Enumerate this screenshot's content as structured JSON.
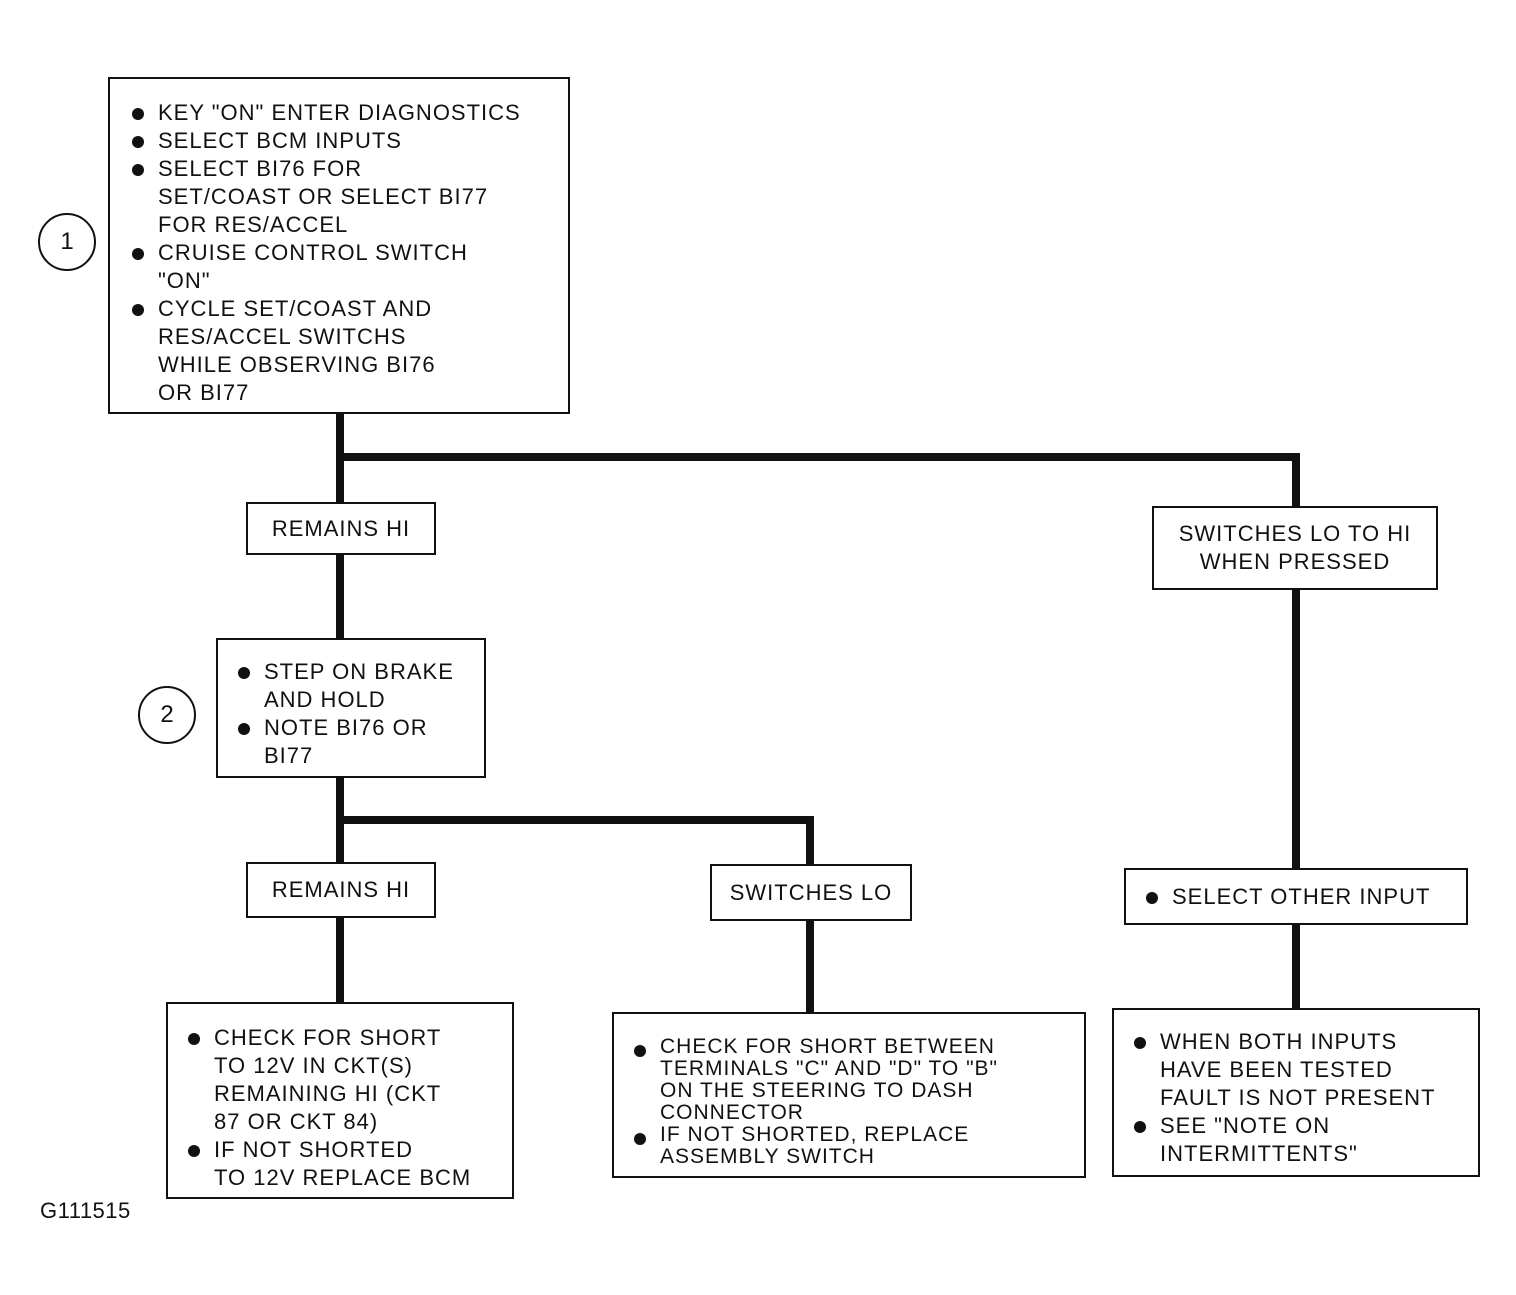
{
  "steps": {
    "step1_number": "1",
    "step2_number": "2"
  },
  "start_box": {
    "items": [
      [
        "KEY \"ON\" ENTER DIAGNOSTICS"
      ],
      [
        "SELECT BCM INPUTS"
      ],
      [
        "SELECT BI76 FOR",
        "SET/COAST OR SELECT BI77",
        "FOR RES/ACCEL"
      ],
      [
        "CRUISE CONTROL SWITCH",
        "\"ON\""
      ],
      [
        "CYCLE SET/COAST AND",
        "RES/ACCEL SWITCHS",
        "WHILE OBSERVING BI76",
        "OR BI77"
      ]
    ]
  },
  "remains_hi_1": {
    "label": "REMAINS HI"
  },
  "switches_lo_to_hi": {
    "line1": "SWITCHES LO TO HI",
    "line2": "WHEN PRESSED"
  },
  "brake_box": {
    "items": [
      [
        "STEP ON BRAKE",
        "AND HOLD"
      ],
      [
        "NOTE BI76 OR",
        "BI77"
      ]
    ]
  },
  "remains_hi_2": {
    "label": "REMAINS HI"
  },
  "switches_lo": {
    "label": "SWITCHES LO"
  },
  "select_other": {
    "label": "SELECT OTHER INPUT"
  },
  "result_bcm": {
    "items": [
      [
        "CHECK FOR SHORT",
        "TO 12V IN CKT(S)",
        "REMAINING HI (CKT",
        "87 OR CKT 84)"
      ],
      [
        "IF NOT SHORTED",
        "TO 12V REPLACE BCM"
      ]
    ]
  },
  "result_switch": {
    "items": [
      [
        "CHECK FOR SHORT BETWEEN",
        "TERMINALS \"C\" AND \"D\" TO \"B\"",
        "ON THE STEERING TO DASH",
        "CONNECTOR"
      ],
      [
        "IF NOT SHORTED, REPLACE",
        "ASSEMBLY SWITCH"
      ]
    ]
  },
  "result_ok": {
    "items": [
      [
        "WHEN BOTH INPUTS",
        "HAVE  BEEN TESTED",
        "FAULT IS NOT PRESENT"
      ],
      [
        "SEE \"NOTE ON",
        "INTERMITTENTS\""
      ]
    ]
  },
  "figure_id": "G111515"
}
